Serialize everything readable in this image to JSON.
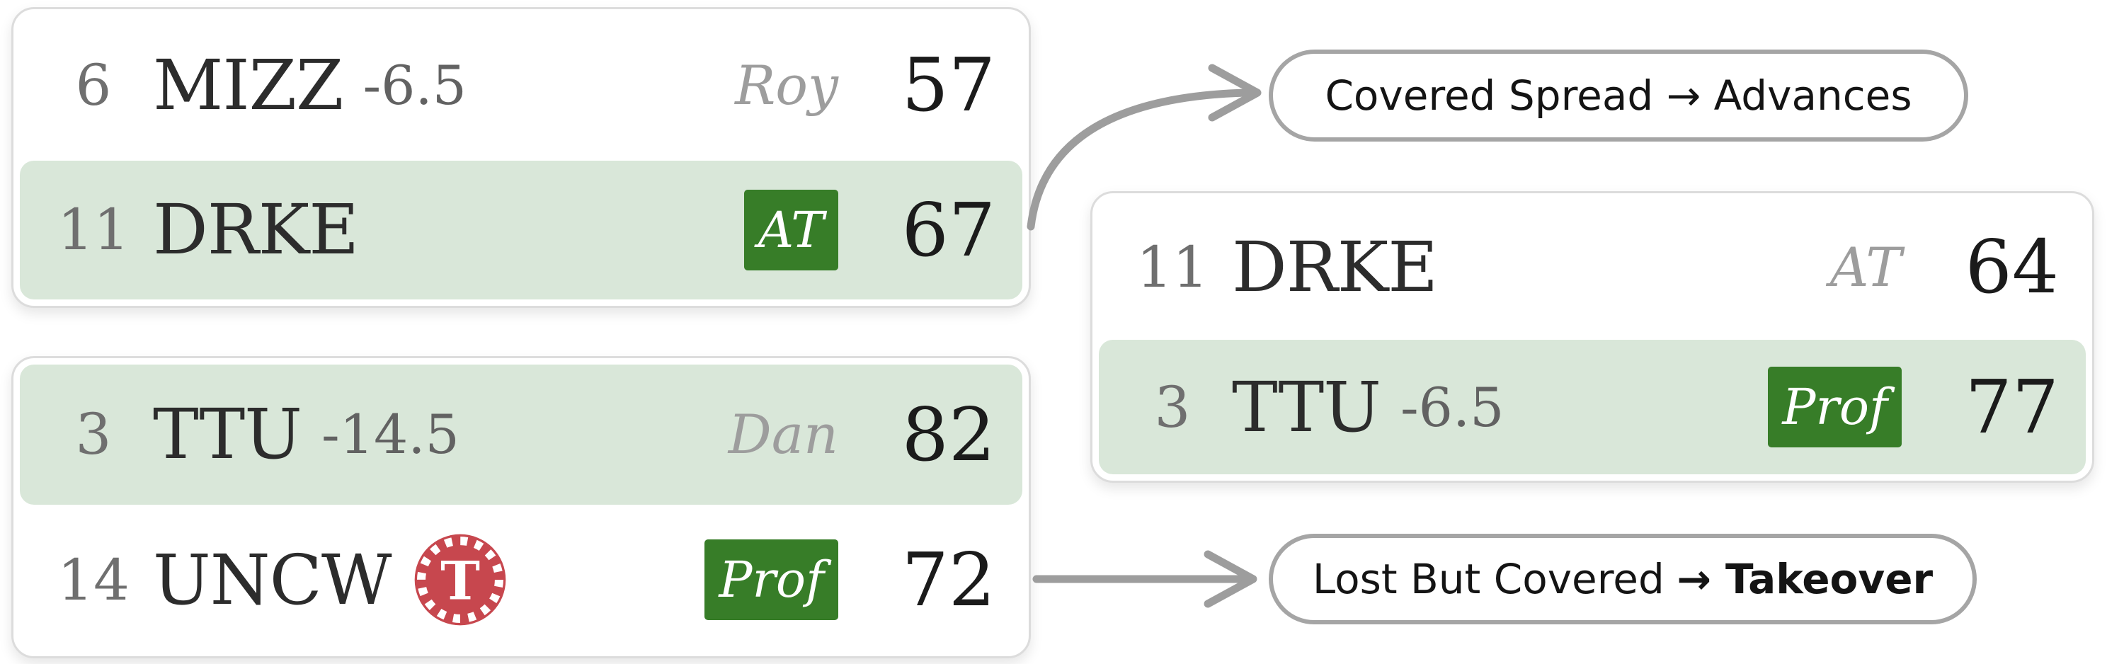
{
  "cards": [
    {
      "rows": [
        {
          "seed": "6",
          "team": "MIZZ",
          "spread": "-6.5",
          "owner": "Roy",
          "score": "57"
        },
        {
          "seed": "11",
          "team": "DRKE",
          "spread": "",
          "owner": "AT",
          "score": "67"
        }
      ]
    },
    {
      "rows": [
        {
          "seed": "3",
          "team": "TTU",
          "spread": "-14.5",
          "owner": "Dan",
          "score": "82"
        },
        {
          "seed": "14",
          "team": "UNCW",
          "spread": "",
          "owner": "Prof",
          "score": "72"
        }
      ]
    },
    {
      "rows": [
        {
          "seed": "11",
          "team": "DRKE",
          "spread": "",
          "owner": "AT",
          "score": "64"
        },
        {
          "seed": "3",
          "team": "TTU",
          "spread": "-6.5",
          "owner": "Prof",
          "score": "77"
        }
      ]
    }
  ],
  "annotations": {
    "advances": {
      "text": "Covered Spread → Advances",
      "bold": ""
    },
    "takeover": {
      "text": "Lost But Covered",
      "bold": "→ Takeover"
    }
  },
  "takeover_icon": {
    "letter": "T"
  },
  "colors": {
    "highlight_row_green": "#d9e7d9",
    "badge_green": "#377d28",
    "takeover_red": "#c7474e",
    "arrow_gray": "#9d9d9d",
    "card_border": "#dcdcdc",
    "pill_border": "#a5a5a5"
  }
}
